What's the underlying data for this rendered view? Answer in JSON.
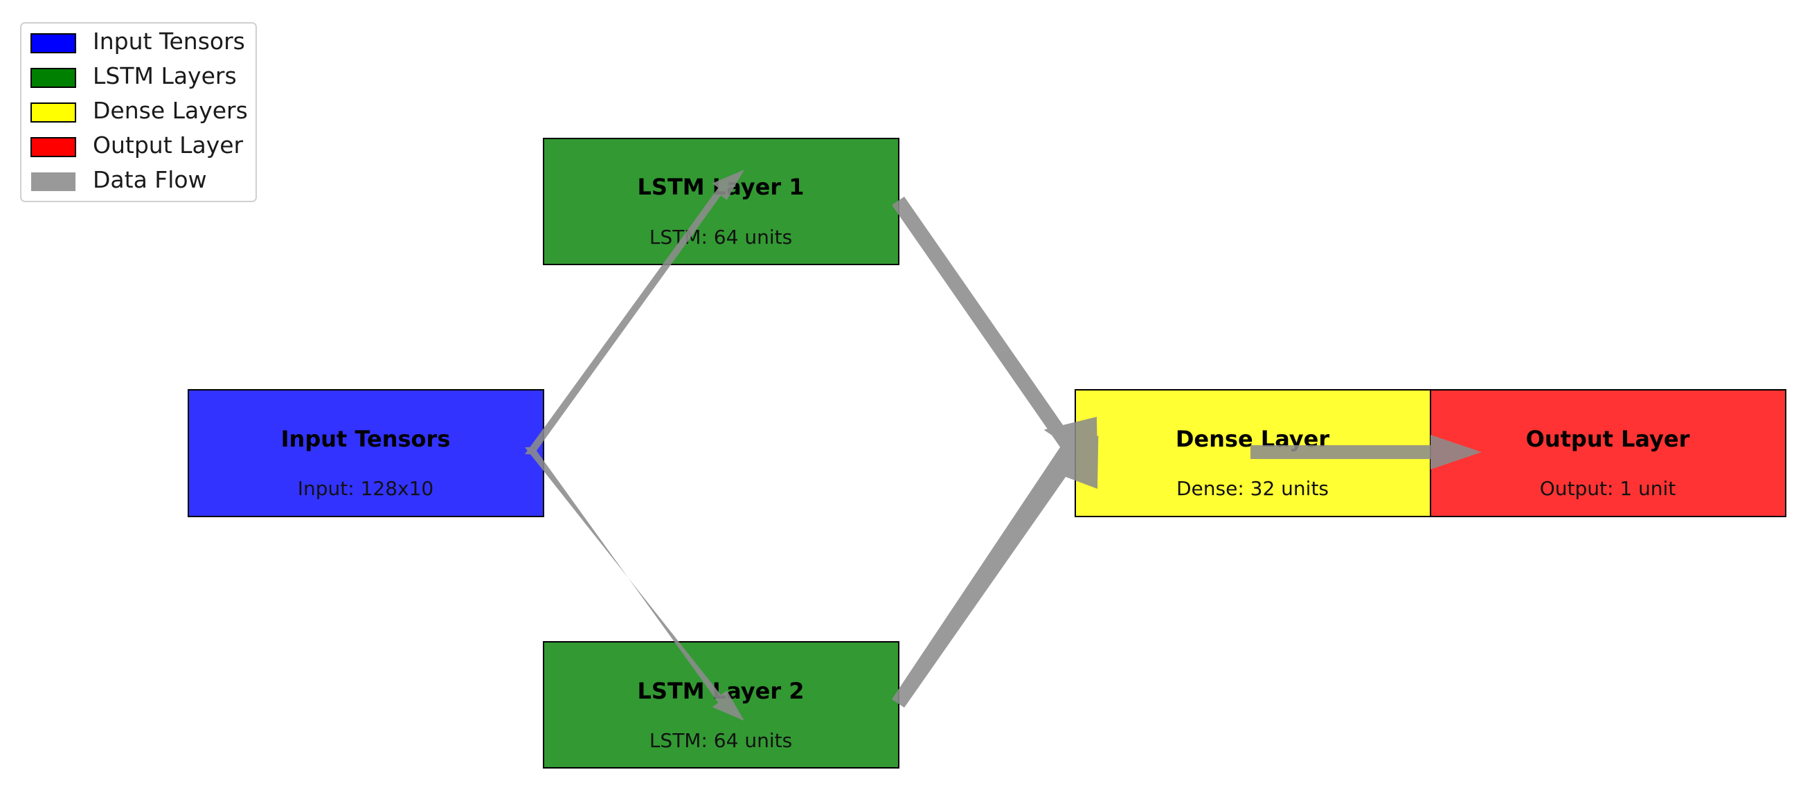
{
  "legend": {
    "items": [
      {
        "label": "Input Tensors",
        "color": "#0000ff"
      },
      {
        "label": "LSTM Layers",
        "color": "#008000"
      },
      {
        "label": "Dense Layers",
        "color": "#ffff00"
      },
      {
        "label": "Output Layer",
        "color": "#ff0000"
      },
      {
        "label": "Data Flow",
        "color": "#999999"
      }
    ]
  },
  "nodes": {
    "input": {
      "title": "Input Tensors",
      "subtitle": "Input: 128x10",
      "color": "#3333ff"
    },
    "lstm1": {
      "title": "LSTM Layer 1",
      "subtitle": "LSTM: 64 units",
      "color": "#339933"
    },
    "lstm2": {
      "title": "LSTM Layer 2",
      "subtitle": "LSTM: 64 units",
      "color": "#339933"
    },
    "dense": {
      "title": "Dense Layer",
      "subtitle": "Dense: 32 units",
      "color": "#ffff33"
    },
    "output": {
      "title": "Output Layer",
      "subtitle": "Output: 1 unit",
      "color": "#ff3333"
    }
  },
  "edges": [
    {
      "from": "input",
      "to": "lstm1"
    },
    {
      "from": "input",
      "to": "lstm2"
    },
    {
      "from": "lstm1",
      "to": "dense"
    },
    {
      "from": "lstm2",
      "to": "dense"
    },
    {
      "from": "dense",
      "to": "output"
    }
  ],
  "arrow_color": "#8c8c8c"
}
